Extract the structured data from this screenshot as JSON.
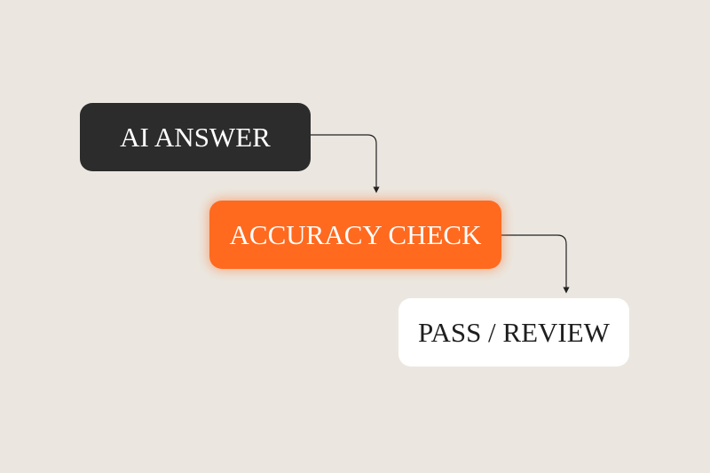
{
  "nodes": {
    "first": "AI ANSWER",
    "second": "ACCURACY CHECK",
    "third": "PASS / REVIEW"
  },
  "colors": {
    "background": "#ebe7e0",
    "dark_node": "#2c2c2c",
    "accent_node": "#ff6a1f",
    "light_node": "#ffffff",
    "connector": "#222222"
  }
}
